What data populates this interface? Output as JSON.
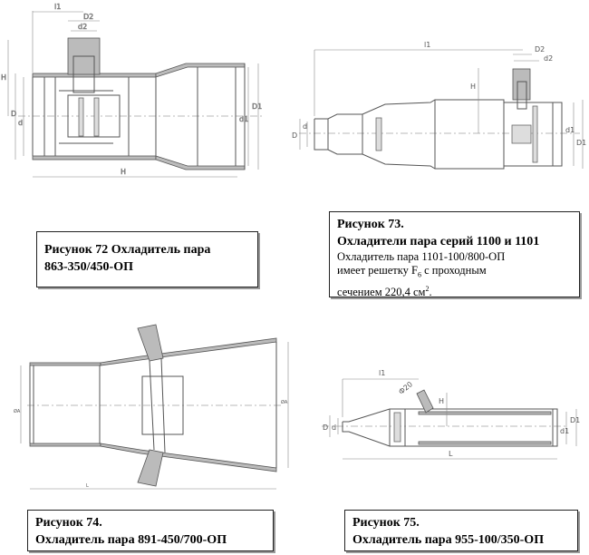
{
  "figures": [
    {
      "caption_line1": "Рисунок 72 Охладитель пара",
      "caption_line2": "863-350/450-ОП",
      "dims": {
        "l1": "l1",
        "D2": "D2",
        "d2": "d2",
        "H": "H",
        "D": "D",
        "d": "d",
        "d1": "d1",
        "D1": "D1",
        "L": "H"
      }
    },
    {
      "caption_line1": "Рисунок 73.",
      "caption_line2": "Охладители пара серий 1100 и 1101",
      "note_line1": "Охладитель пара 1101-100/800-ОП",
      "note_line2_pre": "имеет решетку F",
      "note_line2_sub": "6",
      "note_line2_post": " с проходным",
      "note_line3_pre": "сечением 220,4 см",
      "note_line3_sup": "2",
      "note_line3_post": ".",
      "dims": {
        "l1": "l1",
        "D2": "D2",
        "d2": "d2",
        "H": "H",
        "D": "D",
        "d": "d",
        "d1": "d1",
        "D1": "D1"
      }
    },
    {
      "caption_line1": "Рисунок 74.",
      "caption_line2": "Охладитель пара 891-450/700-ОП",
      "dims": {
        "Dn1": "ØA",
        "Dn2": "ØA",
        "L": "L"
      }
    },
    {
      "caption_line1": "Рисунок 75.",
      "caption_line2": "Охладитель пара 955-100/350-ОП",
      "dims": {
        "l1": "l1",
        "phi": "Ф20",
        "H": "H",
        "D": "D",
        "d": "d",
        "d1": "d1",
        "D1": "D1",
        "L": "L"
      }
    }
  ]
}
